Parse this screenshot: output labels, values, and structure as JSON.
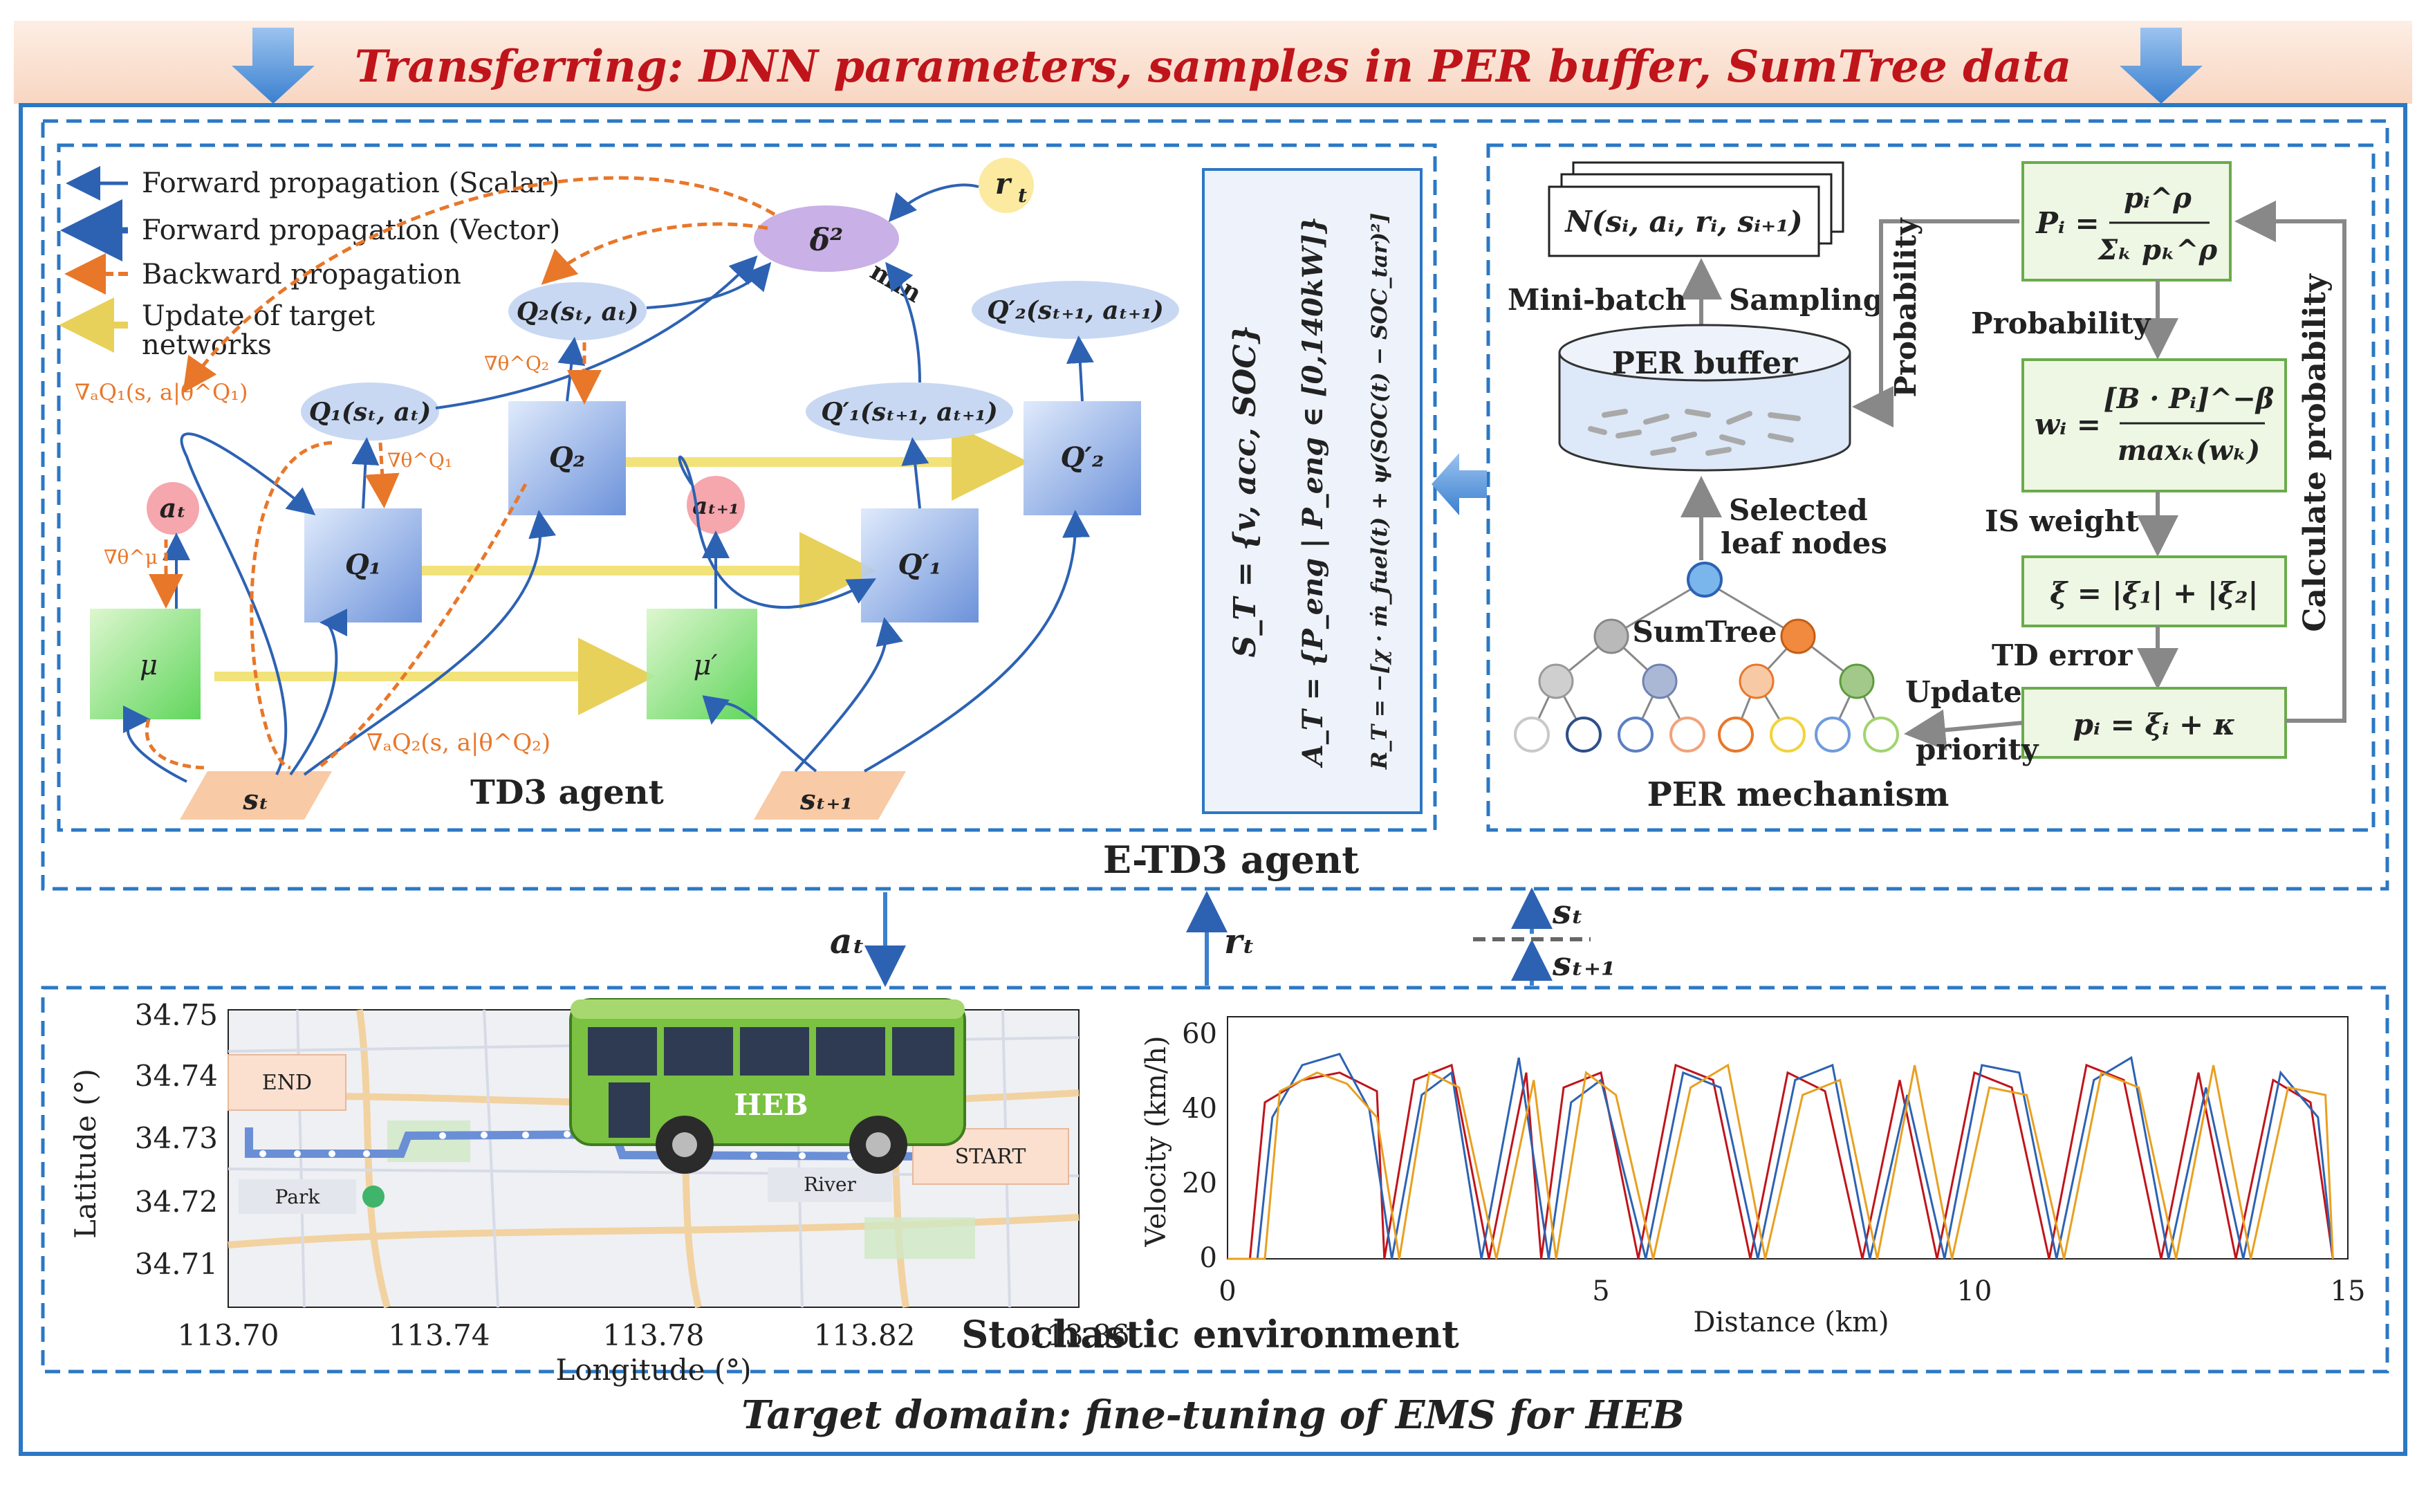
{
  "banner": {
    "text": "Transferring: DNN parameters, samples in PER buffer, SumTree data"
  },
  "legend": {
    "fwd_scalar": "Forward propagation (Scalar)",
    "fwd_vector": "Forward propagation (Vector)",
    "backward": "Backward propagation",
    "update_line1": "Update of target",
    "update_line2": "networks"
  },
  "td3": {
    "title": "TD3 agent",
    "delta": "δ²",
    "r": "r",
    "r_sub": "t",
    "min": "min",
    "q2_node": "Q₂(sₜ, aₜ)",
    "q1_node": "Q₁(sₜ, aₜ)",
    "q1p_node": "Q′₁(sₜ₊₁, aₜ₊₁)",
    "q2p_node": "Q′₂(sₜ₊₁, aₜ₊₁)",
    "q1_net": "Q₁",
    "q2_net": "Q₂",
    "q1p_net": "Q′₁",
    "q2p_net": "Q′₂",
    "mu_net": "μ",
    "mup_net": "μ′",
    "a_t": "aₜ",
    "a_t1": "aₜ₊₁",
    "s_t": "sₜ",
    "s_t1": "sₜ₊₁",
    "grad_aq1": "∇ₐQ₁(s, a|θ^Q₁)",
    "grad_aq2": "∇ₐQ₂(s, a|θ^Q₂)",
    "grad_q2": "∇θ^Q₂",
    "grad_q1": "∇θ^Q₁",
    "grad_mu": "∇θ^μ"
  },
  "formulas": {
    "state": "S_T = {v, acc, SOC}",
    "action": "A_T = {P_eng | P_eng ∈ [0,140kW]}",
    "reward": "R_T = −[χ · ṁ_fuel(t) + ψ(SOC(t) − SOC_tar)²]"
  },
  "per": {
    "title": "PER mechanism",
    "minibatch_sample": "N(sᵢ, aᵢ, rᵢ, sᵢ₊₁)",
    "minibatch": "Mini-batch",
    "sampling": "Sampling",
    "buffer": "PER buffer",
    "probability_vertical": "Probability",
    "selected_line1": "Selected",
    "selected_line2": "leaf nodes",
    "sumtree": "SumTree",
    "probability": "Probability",
    "is_weight": "IS weight",
    "td_error": "TD error",
    "update": "Update",
    "priority": "priority",
    "calc_probability": "Calculate probability",
    "box_p_lhs": "Pᵢ =",
    "box_p_num": "pᵢ^ρ",
    "box_p_den": "Σₖ pₖ^ρ",
    "box_w_lhs": "wᵢ =",
    "box_w_num": "[B · Pᵢ]^−β",
    "box_w_den": "maxₖ(wₖ)",
    "box_xi": "ξ = |ξ₁| + |ξ₂|",
    "box_pi": "pᵢ = ξᵢ + κ"
  },
  "etd3": {
    "title": "E-TD3 agent"
  },
  "links": {
    "a_t": "aₜ",
    "r_t": "rₜ",
    "s_t": "sₜ",
    "s_t1": "sₜ₊₁"
  },
  "map": {
    "ylabel": "Latitude (°)",
    "xlabel": "Longitude (°)",
    "yticks": [
      "34.75",
      "34.74",
      "34.73",
      "34.72",
      "34.71"
    ],
    "xticks": [
      "113.70",
      "113.74",
      "113.78",
      "113.82",
      "113.86"
    ],
    "end": "END",
    "start": "START",
    "park": "Park",
    "river": "River",
    "bus": "HEB"
  },
  "velocity_chart": {
    "ylabel": "Velocity (km/h)",
    "xlabel": "Distance (km)",
    "yticks": [
      "0",
      "20",
      "40",
      "60"
    ],
    "xticks": [
      "0",
      "5",
      "10",
      "15"
    ]
  },
  "env": {
    "title": "Stochastic environment"
  },
  "footer": {
    "text": "Target domain: fine-tuning of EMS for HEB"
  },
  "colors": {
    "banner_bg": "#fbe3d4",
    "frame": "#2b78c5",
    "box_green": "#eef7e4"
  },
  "chart_data": {
    "type": "line",
    "title": "",
    "xlabel": "Distance (km)",
    "ylabel": "Velocity (km/h)",
    "xlim": [
      0,
      15
    ],
    "ylim": [
      0,
      65
    ],
    "grid": false,
    "series": [
      {
        "x": [
          0,
          0.3,
          0.5,
          1,
          1.5,
          2,
          2.1,
          2.5,
          3,
          3.5,
          4,
          4.2,
          4.5,
          5,
          5.5,
          6,
          6.5,
          7,
          7.5,
          8,
          8.5,
          9,
          9.5,
          10,
          10.5,
          11,
          11.5,
          12,
          12.5,
          13,
          13.5,
          14,
          14.5,
          14.8
        ],
        "y": [
          0,
          0,
          42,
          48,
          50,
          45,
          0,
          48,
          52,
          0,
          50,
          0,
          46,
          50,
          0,
          52,
          48,
          0,
          50,
          45,
          0,
          48,
          0,
          50,
          46,
          0,
          52,
          48,
          0,
          50,
          0,
          48,
          42,
          0
        ]
      },
      {
        "x": [
          0,
          0.4,
          0.6,
          1,
          1.5,
          1.9,
          2.2,
          2.6,
          3,
          3.4,
          3.9,
          4.3,
          4.6,
          5,
          5.6,
          6.1,
          6.6,
          7.1,
          7.6,
          8.1,
          8.6,
          9.1,
          9.6,
          10.1,
          10.6,
          11.1,
          11.6,
          12.1,
          12.6,
          13.1,
          13.6,
          14.1,
          14.6,
          14.8
        ],
        "y": [
          0,
          0,
          38,
          52,
          55,
          40,
          0,
          44,
          50,
          0,
          54,
          0,
          42,
          48,
          0,
          50,
          46,
          0,
          48,
          52,
          0,
          44,
          0,
          52,
          50,
          0,
          48,
          54,
          0,
          46,
          0,
          50,
          38,
          0
        ]
      },
      {
        "x": [
          0,
          0.5,
          0.7,
          1.2,
          1.6,
          2,
          2.3,
          2.7,
          3.1,
          3.6,
          4.1,
          4.4,
          4.8,
          5.2,
          5.7,
          6.2,
          6.7,
          7.2,
          7.7,
          8.2,
          8.7,
          9.2,
          9.7,
          10.2,
          10.7,
          11.2,
          11.7,
          12.2,
          12.7,
          13.2,
          13.7,
          14.2,
          14.7,
          14.8
        ],
        "y": [
          0,
          0,
          45,
          50,
          47,
          38,
          0,
          50,
          46,
          0,
          48,
          0,
          50,
          44,
          0,
          46,
          52,
          0,
          44,
          48,
          0,
          52,
          0,
          46,
          44,
          0,
          50,
          46,
          0,
          52,
          0,
          46,
          44,
          0
        ]
      }
    ]
  }
}
